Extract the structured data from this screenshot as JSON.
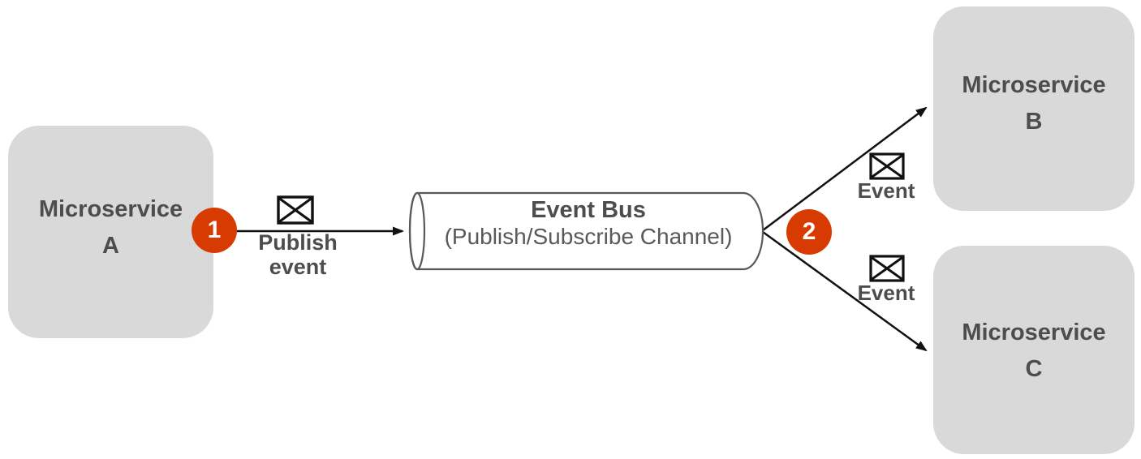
{
  "diagram": {
    "nodes": {
      "microservice_a": {
        "label": "Microservice\nA"
      },
      "microservice_b": {
        "label": "Microservice\nB"
      },
      "microservice_c": {
        "label": "Microservice\nC"
      },
      "event_bus": {
        "title": "Event Bus",
        "subtitle": "(Publish/Subscribe Channel)"
      }
    },
    "steps": {
      "step1": "1",
      "step2": "2"
    },
    "edges": {
      "publish": {
        "label": "Publish\nevent",
        "icon": "envelope-icon"
      },
      "event_to_b": {
        "label": "Event",
        "icon": "envelope-icon"
      },
      "event_to_c": {
        "label": "Event",
        "icon": "envelope-icon"
      }
    },
    "colors": {
      "node_fill": "#D9D9D9",
      "node_text": "#4D4D4D",
      "badge_fill": "#D83B01",
      "badge_text": "#FFFFFF",
      "arrow": "#111111",
      "cylinder_stroke": "#595959",
      "cylinder_fill": "#FFFFFF",
      "canvas_bg": "#FFFFFF"
    }
  }
}
